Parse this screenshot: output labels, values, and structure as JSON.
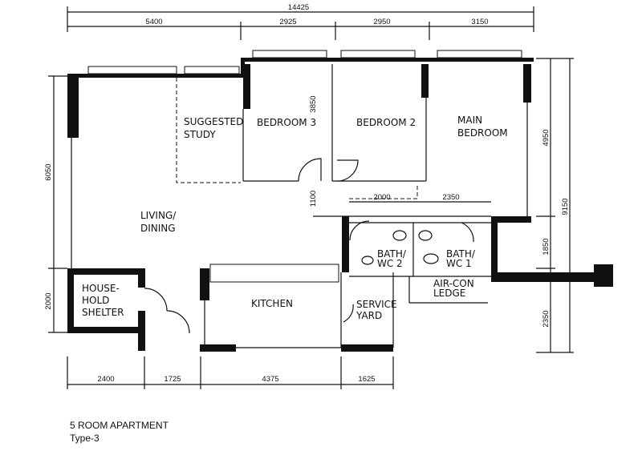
{
  "plan": {
    "rooms": {
      "living_dining": "LIVING/\nDINING",
      "suggested_study": "SUGGESTED\nSTUDY",
      "bedroom3": "BEDROOM 3",
      "bedroom2": "BEDROOM 2",
      "main_bedroom": "MAIN\nBEDROOM",
      "household_shelter": "HOUSE-\nHOLD\nSHELTER",
      "kitchen": "KITCHEN",
      "service_yard": "SERVICE\nYARD",
      "bath2": "BATH/\nWC 2",
      "bath1": "BATH/\nWC 1",
      "aircon_ledge": "AIR-CON\nLEDGE"
    },
    "dimensions": {
      "top_total": "14425",
      "top_1": "5400",
      "top_2": "2925",
      "top_3": "2950",
      "top_4": "3150",
      "left_upper": "6050",
      "left_lower": "2000",
      "right_upper": "4950",
      "right_total": "9150",
      "right_mid": "1850",
      "right_lower": "2350",
      "bottom_1": "2400",
      "bottom_2": "1725",
      "bottom_3": "4375",
      "bottom_4": "1625",
      "inner_3850": "3850",
      "inner_1100": "1100",
      "inner_2000": "2000",
      "inner_2350": "2350"
    },
    "caption": {
      "line1": "5 ROOM APARTMENT",
      "line2": "Type-3"
    }
  }
}
